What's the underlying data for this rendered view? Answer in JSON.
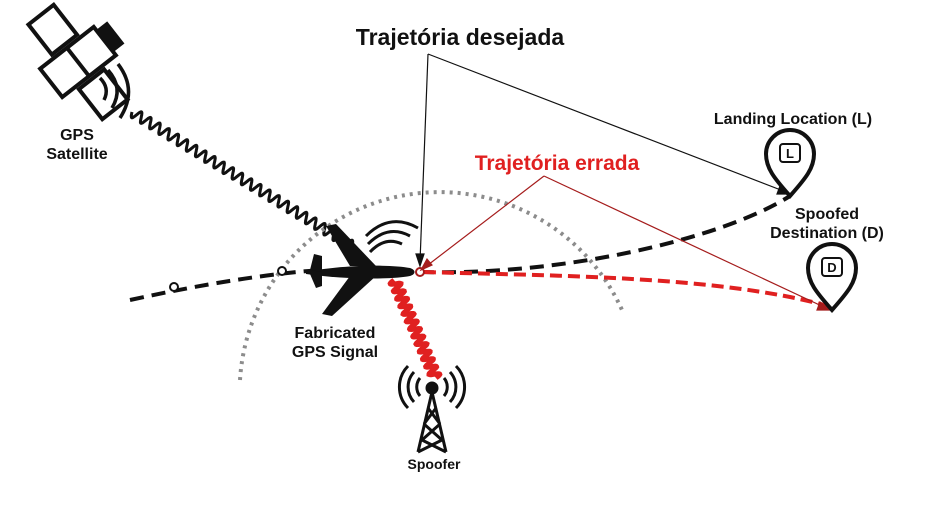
{
  "labels": {
    "satellite": "GPS\nSatellite",
    "desired": "Trajetória desejada",
    "wrong": "Trajetória errada",
    "landing": "Landing Location (L)",
    "spoofed": "Spoofed\nDestination (D)",
    "fabricated": "Fabricated\nGPS Signal",
    "spoofer": "Spoofer",
    "pin_l": "L",
    "pin_d": "D"
  },
  "colors": {
    "black": "#111111",
    "red": "#e02020",
    "dark_red": "#a51c1c",
    "gray": "#8c8c8c"
  }
}
